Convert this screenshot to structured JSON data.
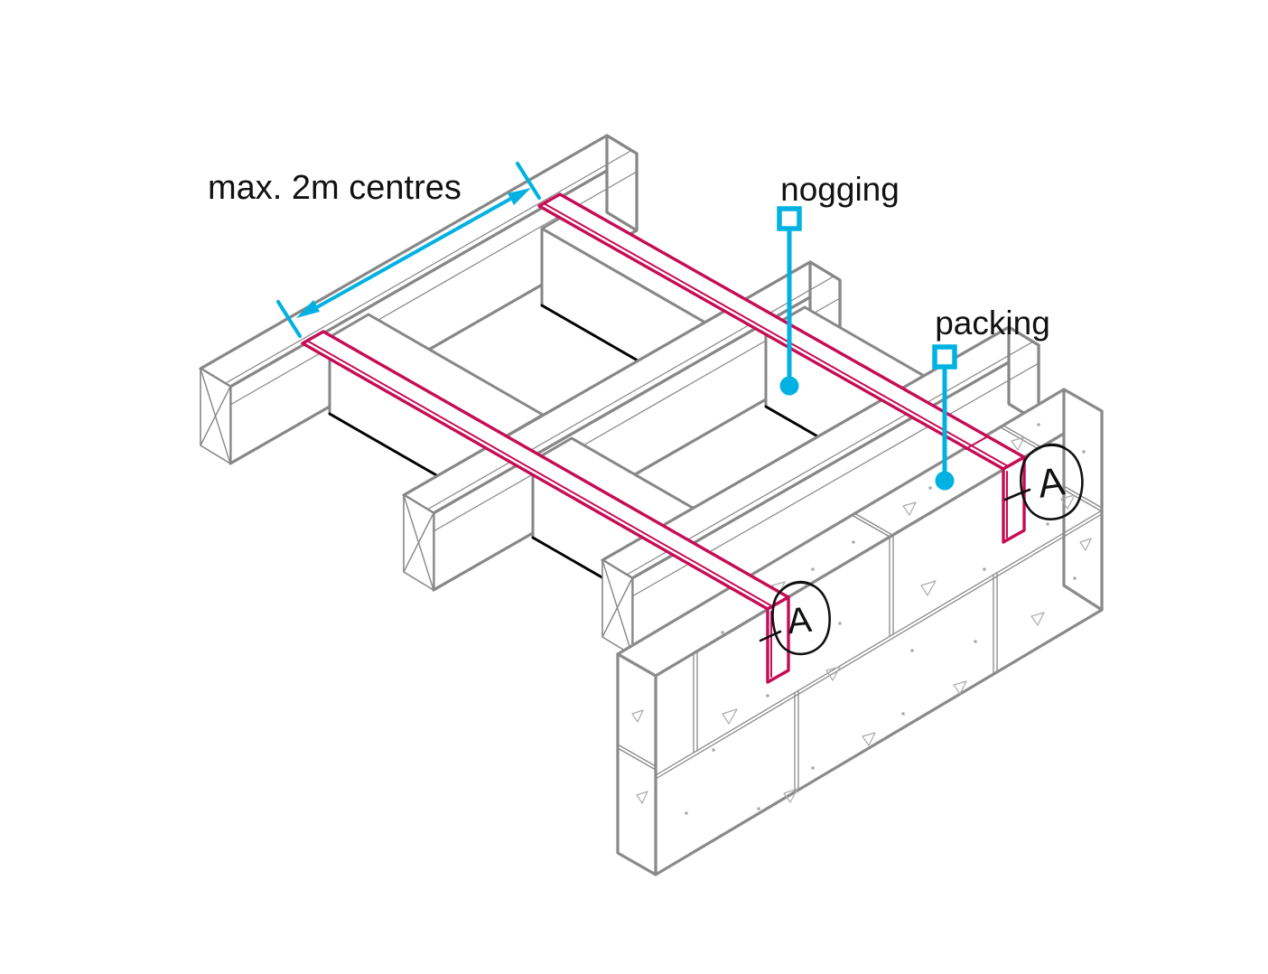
{
  "diagram": {
    "labels": {
      "dimension": "max. 2m centres",
      "nogging": "nogging",
      "packing": "packing"
    },
    "detail_markers": {
      "front": "A",
      "rear": "A"
    },
    "colors": {
      "annotation_cyan": "#00B2E2",
      "strap_crimson": "#C60C54",
      "timber_line_gray": "#878787",
      "wall_line_gray": "#8A8A8A",
      "texture_gray": "#ABABAB",
      "label_black": "#111111",
      "background": "#FFFFFF"
    }
  }
}
